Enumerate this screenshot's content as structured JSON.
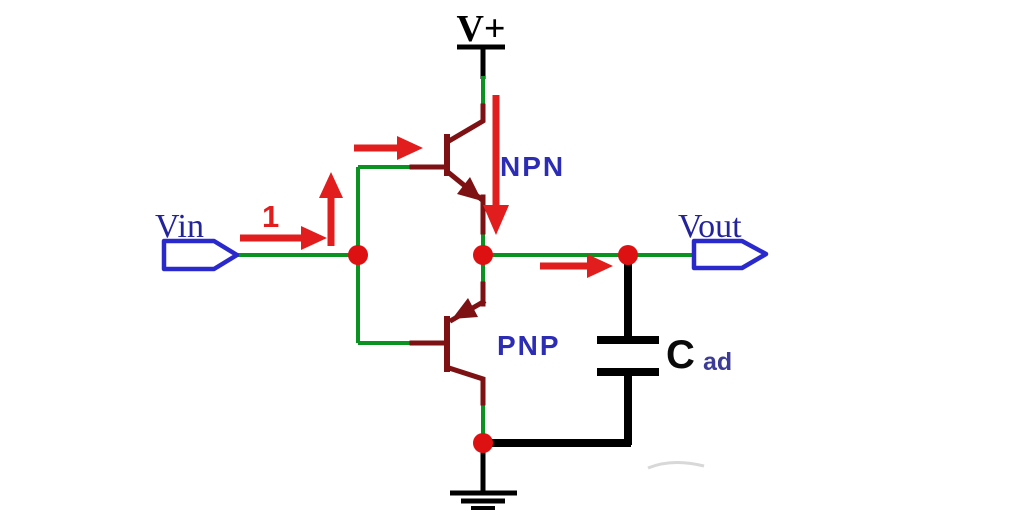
{
  "diagram": {
    "labels": {
      "supply": "V+",
      "input_port": "Vin",
      "output_port": "Vout",
      "npn": "NPN",
      "pnp": "PNP",
      "current_step": "1",
      "cap_main": "C",
      "cap_sub": "ad"
    },
    "colors": {
      "wire_green": "#0a9320",
      "transistor_maroon": "#7d1113",
      "arrow_red": "#e21d1d",
      "junction_red": "#dd1111",
      "label_navy": "#23239c",
      "label_blue": "#2c2cb4",
      "port_blue": "#2a2acc",
      "black": "#000000",
      "background": "#ffffff"
    }
  }
}
